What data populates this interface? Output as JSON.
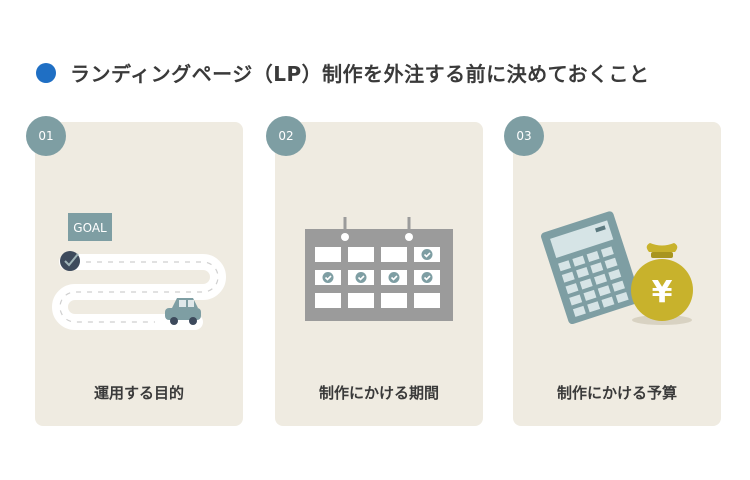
{
  "header": {
    "title": "ランディングページ（LP）制作を外注する前に決めておくこと"
  },
  "cards": [
    {
      "number": "01",
      "label": "運用する目的",
      "icon": "road-goal-icon",
      "sign_text": "GOAL"
    },
    {
      "number": "02",
      "label": "制作にかける期間",
      "icon": "calendar-icon"
    },
    {
      "number": "03",
      "label": "制作にかける予算",
      "icon": "calculator-money-bag-icon",
      "currency_symbol": "¥"
    }
  ],
  "colors": {
    "accent_dot": "#1f6fc4",
    "card_bg": "#efebe1",
    "badge": "#7e9ea3",
    "teal": "#7e9ea3",
    "calendar_grey": "#9b9b9b",
    "gold": "#c8b22c"
  }
}
